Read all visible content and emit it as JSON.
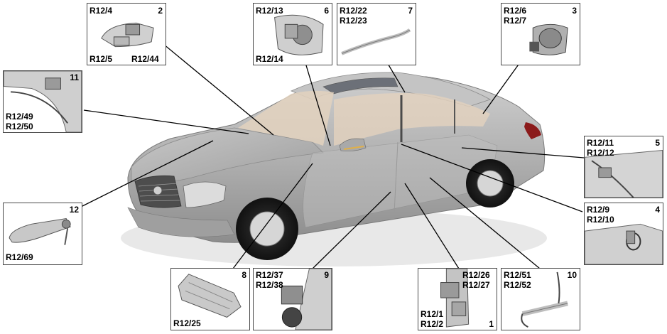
{
  "colors": {
    "frame": "#4a4a4a",
    "leader": "#000000",
    "car_body": "#b3b3b3",
    "interior": "#e3d2be"
  },
  "insets": {
    "i2": {
      "number": "2",
      "labels": [
        "R12/4",
        "R12/5",
        "R12/44"
      ]
    },
    "i6": {
      "number": "6",
      "labels": [
        "R12/13",
        "R12/14"
      ]
    },
    "i7": {
      "number": "7",
      "labels": [
        "R12/22",
        "R12/23"
      ]
    },
    "i3": {
      "number": "3",
      "labels": [
        "R12/6",
        "R12/7"
      ]
    },
    "i11": {
      "number": "11",
      "labels": [
        "R12/49",
        "R12/50"
      ]
    },
    "i5": {
      "number": "5",
      "labels": [
        "R12/11",
        "R12/12"
      ]
    },
    "i12": {
      "number": "12",
      "labels": [
        "R12/69"
      ]
    },
    "i4": {
      "number": "4",
      "labels": [
        "R12/9",
        "R12/10"
      ]
    },
    "i8": {
      "number": "8",
      "labels": [
        "R12/25"
      ]
    },
    "i9": {
      "number": "9",
      "labels": [
        "R12/37",
        "R12/38"
      ]
    },
    "i1": {
      "number": "1",
      "labels": [
        "R12/26",
        "R12/27",
        "R12/1",
        "R12/2"
      ]
    },
    "i10": {
      "number": "10",
      "labels": [
        "R12/51",
        "R12/52"
      ]
    }
  }
}
